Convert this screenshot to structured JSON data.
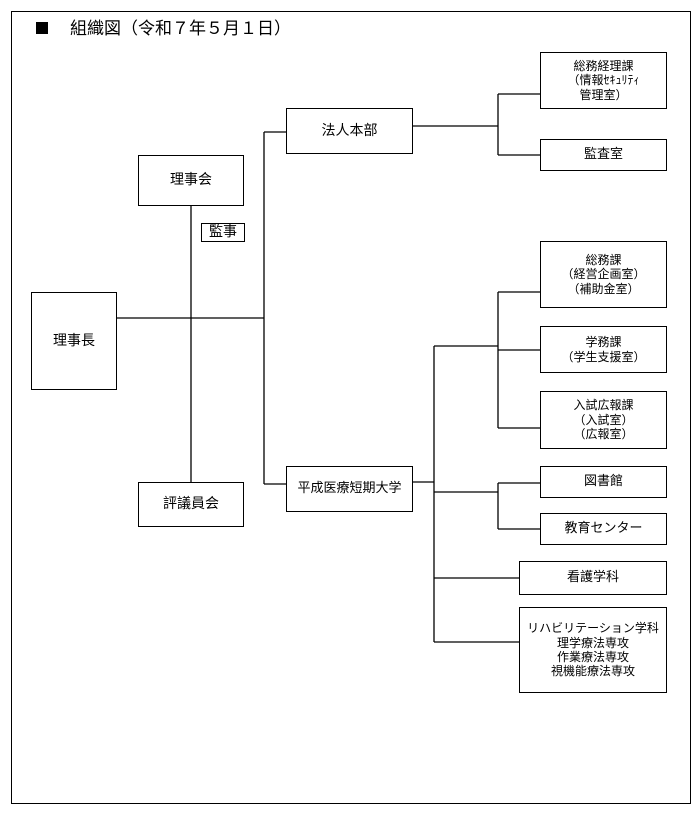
{
  "title": "組織図（令和７年５月１日）",
  "nodes": {
    "chairman": "理事長",
    "board": "理事会",
    "auditor": "監事",
    "council": "評議員会",
    "hq": "法人本部",
    "college": "平成医療短期大学",
    "general_affairs_accounting": [
      "総務経理課",
      "（情報ｾｷｭﾘﾃｨ",
      "管理室）"
    ],
    "audit_office": "監査室",
    "general_affairs": [
      "総務課",
      "（経営企画室）",
      "（補助金室）"
    ],
    "academic_affairs": [
      "学務課",
      "（学生支援室）"
    ],
    "admissions_pr": [
      "入試広報課",
      "（入試室）",
      "（広報室）"
    ],
    "library": "図書館",
    "education_center": "教育センター",
    "nursing": "看護学科",
    "rehabilitation": [
      "リハビリテーション学科",
      "理学療法専攻",
      "作業療法専攻",
      "視機能療法専攻"
    ]
  }
}
